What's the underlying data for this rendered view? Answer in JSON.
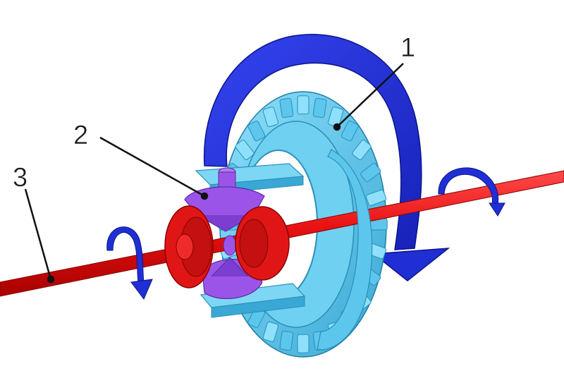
{
  "callouts": [
    {
      "id": "ring-gear",
      "label": "1"
    },
    {
      "id": "spider-gears",
      "label": "2"
    },
    {
      "id": "axle-shaft",
      "label": "3"
    }
  ],
  "colors": {
    "axle": "#e81212",
    "axle_dark": "#a80000",
    "ring_gear": "#5cc6ec",
    "ring_gear_dark": "#2b8fb8",
    "spider_gears": "#9a55e8",
    "spider_gears_dark": "#5a2aa0",
    "side_gears": "#e01616",
    "arrows": "#1f2fd4",
    "arrows_dark": "#0c158c",
    "leader_lines": "#111111"
  }
}
